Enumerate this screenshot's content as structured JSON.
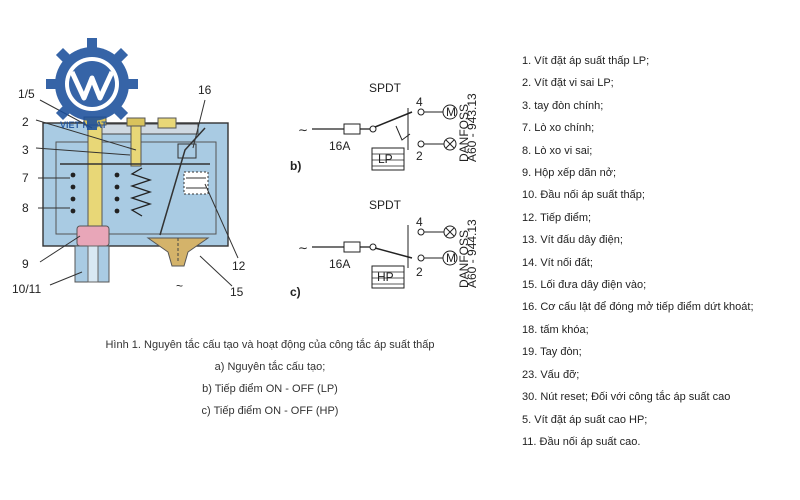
{
  "logo": {
    "name": "vietnhat-gear-logo",
    "text": "VIET NHAT"
  },
  "diagram_a": {
    "callouts": [
      "1/5",
      "2",
      "3",
      "7",
      "8",
      "9",
      "10/11",
      "16",
      "12",
      "15"
    ],
    "pressure_symbol": "~"
  },
  "diagram_b": {
    "title": "SPDT",
    "fuse": "16A",
    "bellows": "LP",
    "terminals": [
      "4",
      "2"
    ],
    "motor": "M",
    "side_text": [
      "DANFOSS",
      "A60 - 943.13"
    ],
    "tag": "b)"
  },
  "diagram_c": {
    "title": "SPDT",
    "fuse": "16A",
    "bellows": "HP",
    "terminals": [
      "4",
      "2"
    ],
    "motor": "M",
    "side_text": [
      "DANFOSS",
      "A60 - 944.13"
    ],
    "tag": "c)"
  },
  "caption": {
    "title": "Hình 1. Nguyên tắc cấu tạo và hoạt động của công tắc áp suất thấp",
    "lines": [
      "a) Nguyên tắc cấu tạo;",
      "b) Tiếp điểm ON - OFF (LP)",
      "c) Tiếp điểm ON - OFF (HP)"
    ]
  },
  "legend": [
    "1. Vít đặt áp suất thấp LP;",
    "2. Vít đặt vi sai LP;",
    "3. tay đòn chính;",
    "7. Lò xo chính;",
    "8. Lò xo vi sai;",
    "9. Hộp xếp dãn nở;",
    "10. Đầu nối áp suất thấp;",
    "12. Tiếp điểm;",
    "13. Vít đấu dây điện;",
    "14. Vít nối đất;",
    "15. Lối đưa dây điện vào;",
    "16. Cơ cấu lật để đóng mở tiếp điểm dứt khoát;",
    "18. tấm khóa;",
    "19. Tay đòn;",
    "23. Vấu đỡ;",
    "30. Nút reset; Đối với công tắc áp suất cao",
    "5. Vít đặt áp suất cao HP;",
    "11. Đầu nối áp suất cao."
  ],
  "colors": {
    "housing": "#a9cbe3",
    "screw": "#e8d777",
    "bellows_lp": "#e8a6b8",
    "bellows_hp": "#d4b36a",
    "logo": "#1b4f9c"
  }
}
